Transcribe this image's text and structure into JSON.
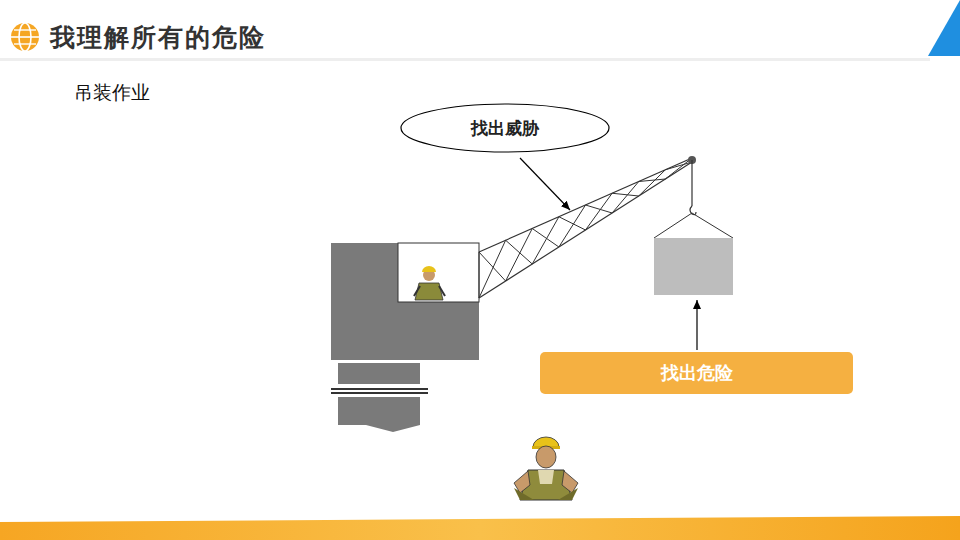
{
  "diagram": {
    "title": "我理解所有的危险",
    "nodes": [
      {
        "text": [
          "找出威胁"
        ]
      },
      {
        "text": [
          "找出危险"
        ]
      }
    ],
    "labels": [
      "吊装作业"
    ]
  }
}
